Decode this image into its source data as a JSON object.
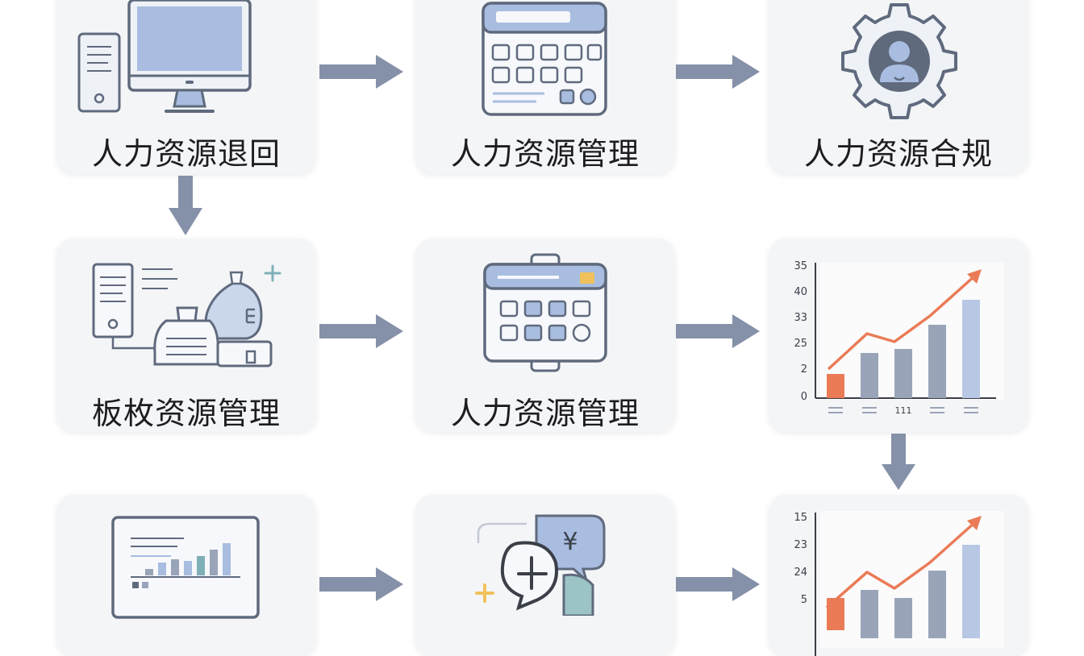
{
  "nodes": {
    "n1": {
      "label": "人力资源退回",
      "icon": "computer-icon"
    },
    "n2": {
      "label": "人力资源管理",
      "icon": "calendar-icon"
    },
    "n3": {
      "label": "人力资源合规",
      "icon": "gear-user-icon"
    },
    "n4": {
      "label": "板枚资源管理",
      "icon": "server-database-icon"
    },
    "n5": {
      "label": "人力资源管理",
      "icon": "calendar-icon"
    },
    "n6": {
      "icon": "bar-chart-icon"
    },
    "n7": {
      "icon": "monitor-chart-icon"
    },
    "n8": {
      "icon": "currency-chat-icon"
    },
    "n9": {
      "icon": "bar-chart-icon"
    }
  },
  "chart6": {
    "yticks": [
      "35",
      "40",
      "33",
      "25",
      "2",
      "0"
    ],
    "xlabel_mid": "111"
  },
  "chart9": {
    "yticks": [
      "15",
      "23",
      "24",
      "5"
    ]
  },
  "symbols": {
    "yen": "¥",
    "plus": "+"
  },
  "colors": {
    "card_bg": "#f4f5f7",
    "arrow": "#8591a8",
    "icon_stroke": "#5f6a7d",
    "icon_fill": "#a8bde0",
    "accent_orange": "#ea7b56"
  }
}
